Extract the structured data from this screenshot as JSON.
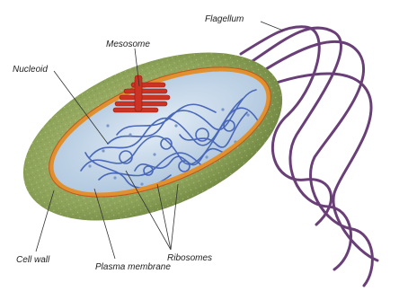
{
  "labels": {
    "flagellum": "Flagellum",
    "mesosome": "Mesosome",
    "nucleoid": "Nucleoid",
    "cell_wall": "Cell wall",
    "plasma_membrane": "Plasma membrane",
    "ribosomes": "Ribosomes"
  },
  "colors": {
    "background": "#ffffff",
    "cell_wall": "#8ea35a",
    "plasma_membrane": "#e0902f",
    "cytoplasm": "#c4d7ea",
    "nucleoid": "#4a68b8",
    "mesosome": "#cc3322",
    "flagellum": "#6a3f78",
    "label_text": "#222222"
  }
}
